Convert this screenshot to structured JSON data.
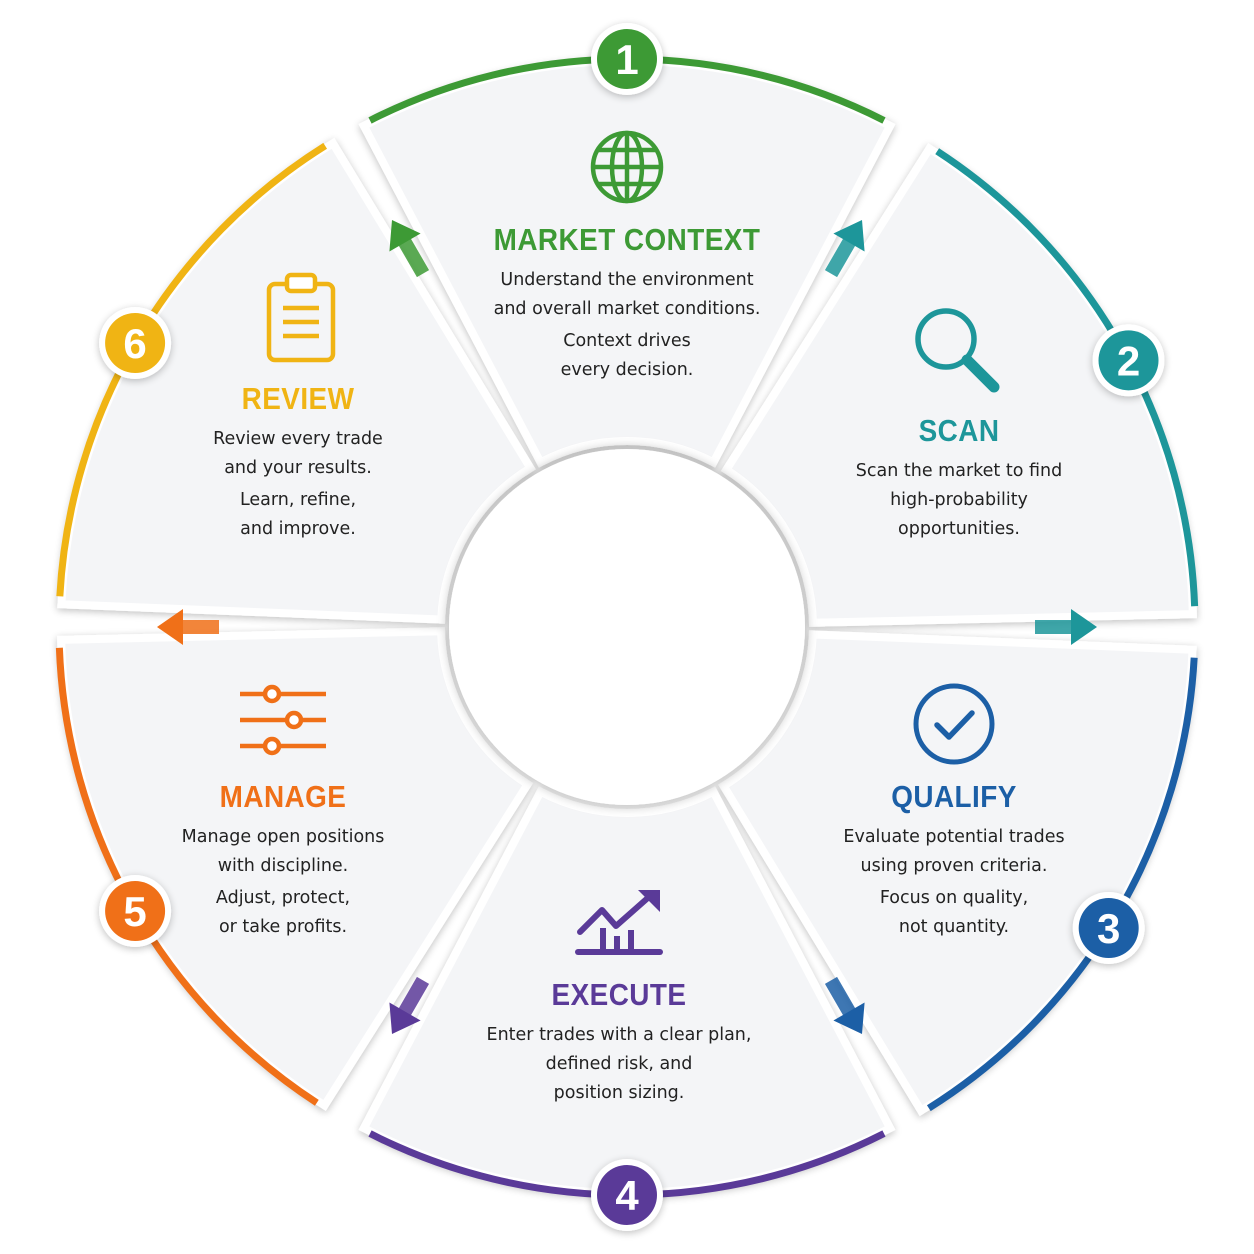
{
  "diagram": {
    "steps": [
      {
        "number": "1",
        "title": "MARKET CONTEXT",
        "icon": "globe-icon",
        "color": "#3d9a35",
        "lines": [
          "Understand the environment",
          "and overall market conditions.",
          "Context drives",
          "every decision."
        ]
      },
      {
        "number": "2",
        "title": "SCAN",
        "icon": "magnifier-icon",
        "color": "#1d969a",
        "lines": [
          "Scan the market to find",
          "high-probability",
          "opportunities."
        ]
      },
      {
        "number": "3",
        "title": "QUALIFY",
        "icon": "check-circle-icon",
        "color": "#1c5fa6",
        "lines": [
          "Evaluate potential trades",
          "using proven criteria.",
          "Focus on quality,",
          "not quantity."
        ]
      },
      {
        "number": "4",
        "title": "EXECUTE",
        "icon": "trend-chart-icon",
        "color": "#5a3a98",
        "lines": [
          "Enter trades with a clear plan,",
          "defined risk, and",
          "position sizing."
        ]
      },
      {
        "number": "5",
        "title": "MANAGE",
        "icon": "sliders-icon",
        "color": "#f07018",
        "lines": [
          "Manage open positions",
          "with discipline.",
          "Adjust, protect,",
          "or take profits."
        ]
      },
      {
        "number": "6",
        "title": "REVIEW",
        "icon": "clipboard-icon",
        "color": "#f0b414",
        "lines": [
          "Review every trade",
          "and your results.",
          "Learn, refine,",
          "and improve."
        ]
      }
    ]
  }
}
